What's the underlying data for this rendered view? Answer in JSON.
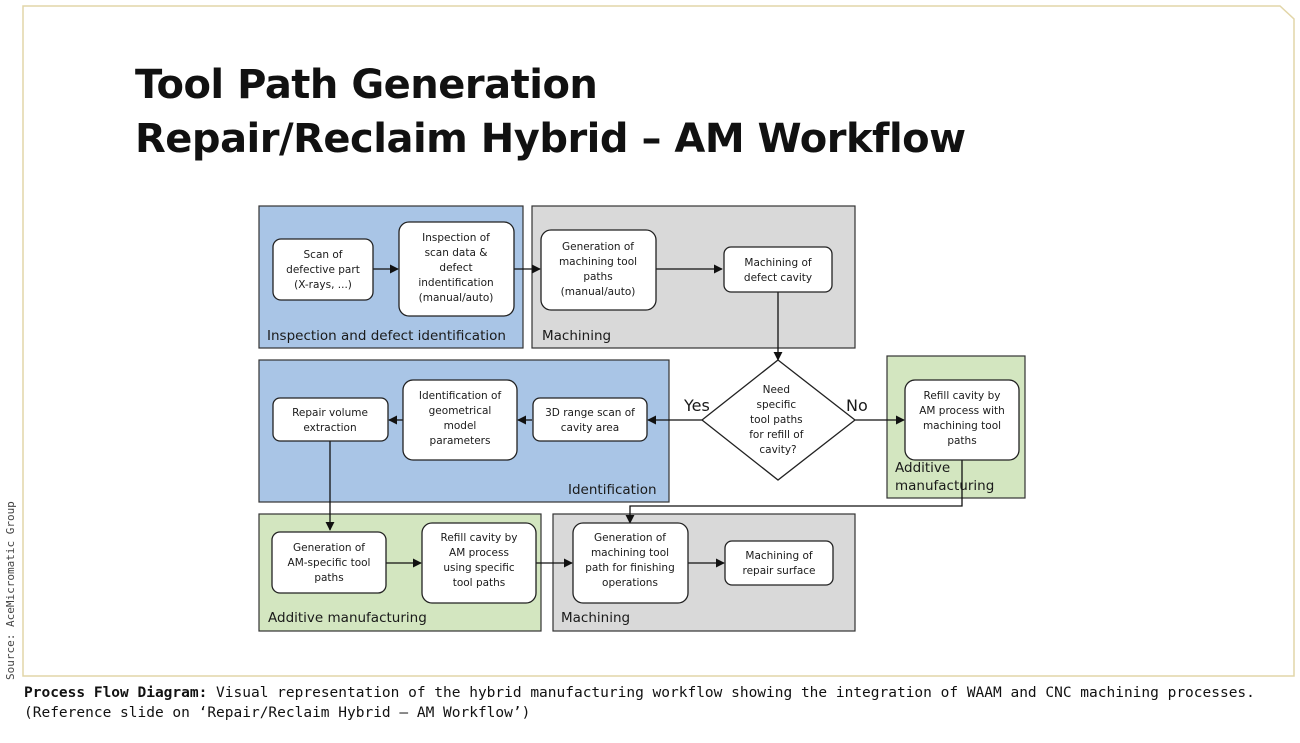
{
  "slide": {
    "title_line1": "Tool Path Generation",
    "title_line2": "Repair/Reclaim Hybrid – AM Workflow"
  },
  "source_credit": "Source: AceMicromatic Group",
  "caption": {
    "label": "Process Flow Diagram:",
    "text": " Visual representation of the hybrid manufacturing workflow showing the integration of WAAM and CNC machining processes. (Reference slide on ‘Repair/Reclaim Hybrid — AM Workflow’)"
  },
  "colors": {
    "blue_region": "#a9c5e6",
    "gray_region": "#d9d9d9",
    "green_region": "#d3e6c0"
  },
  "regions": {
    "inspection": "Inspection and defect identification",
    "machining_top": "Machining",
    "identification": "Identification",
    "additive_right": [
      "Additive",
      "manufacturing"
    ],
    "additive_bottom": "Additive manufacturing",
    "machining_bottom": "Machining"
  },
  "nodes": {
    "scan": [
      "Scan of",
      "defective part",
      "(X-rays, ...)"
    ],
    "inspection": [
      "Inspection of",
      "scan data &",
      "defect",
      "indentification",
      "(manual/auto)"
    ],
    "gen_machining": [
      "Generation of",
      "machining tool",
      "paths",
      "(manual/auto)"
    ],
    "machining_defect": [
      "Machining of",
      "defect cavity"
    ],
    "decision": [
      "Need",
      "specific",
      "tool paths",
      "for refill of",
      "cavity?"
    ],
    "refill_am_machining": [
      "Refill cavity by",
      "AM process with",
      "machining tool",
      "paths"
    ],
    "range_scan": [
      "3D range scan of",
      "cavity area"
    ],
    "geom_params": [
      "Identification of",
      "geometrical",
      "model",
      "parameters"
    ],
    "repair_volume": [
      "Repair volume",
      "extraction"
    ],
    "gen_am_specific": [
      "Generation of",
      "AM-specific tool",
      "paths"
    ],
    "refill_specific": [
      "Refill cavity by",
      "AM process",
      "using specific",
      "tool paths"
    ],
    "gen_finishing": [
      "Generation of",
      "machining tool",
      "path for finishing",
      "operations"
    ],
    "machining_repair": [
      "Machining of",
      "repair surface"
    ]
  },
  "edge_labels": {
    "yes": "Yes",
    "no": "No"
  }
}
